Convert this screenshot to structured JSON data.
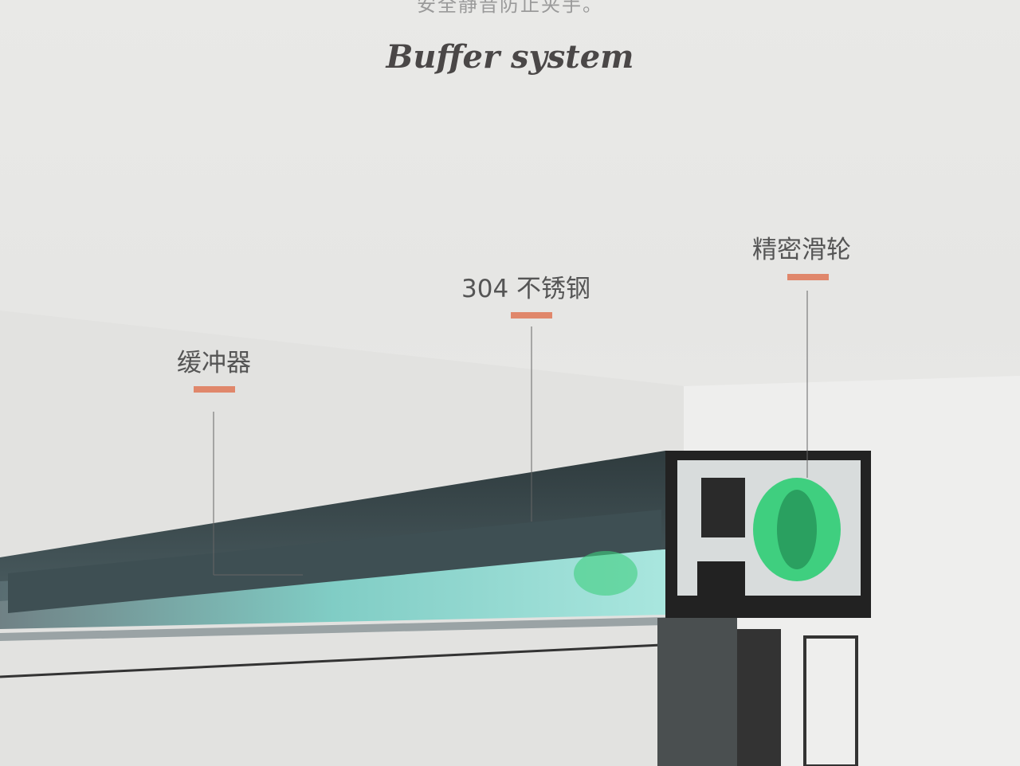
{
  "header": {
    "subtitle": "安全静音防止夹手。",
    "title": "Buffer system"
  },
  "callouts": [
    {
      "label": "缓冲器"
    },
    {
      "label": "304 不锈钢"
    },
    {
      "label": "精密滑轮"
    }
  ],
  "colors": {
    "accent": "#e0876b",
    "rail": "#3b4a4d",
    "wheel": "#3fcf7f"
  }
}
